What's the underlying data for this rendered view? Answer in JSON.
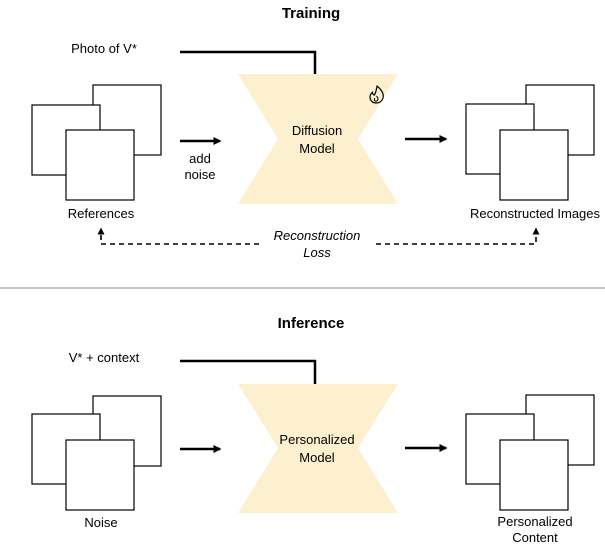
{
  "training": {
    "title": "Training",
    "prompt": "Photo of V*",
    "model_line1": "Diffusion",
    "model_line2": "Model",
    "input_label": "References",
    "step_line1": "add",
    "step_line2": "noise",
    "output_label": "Reconstructed Images",
    "loss_line1": "Reconstruction",
    "loss_line2": "Loss",
    "trainable_icon": "flame-icon"
  },
  "inference": {
    "title": "Inference",
    "prompt": "V* + context",
    "model_line1": "Personalized",
    "model_line2": "Model",
    "input_label": "Noise",
    "output_line1": "Personalized",
    "output_line2": "Content"
  },
  "colors": {
    "model_fill": "#fdf0cf",
    "divider": "#b3b3b3",
    "stroke": "#000000"
  }
}
